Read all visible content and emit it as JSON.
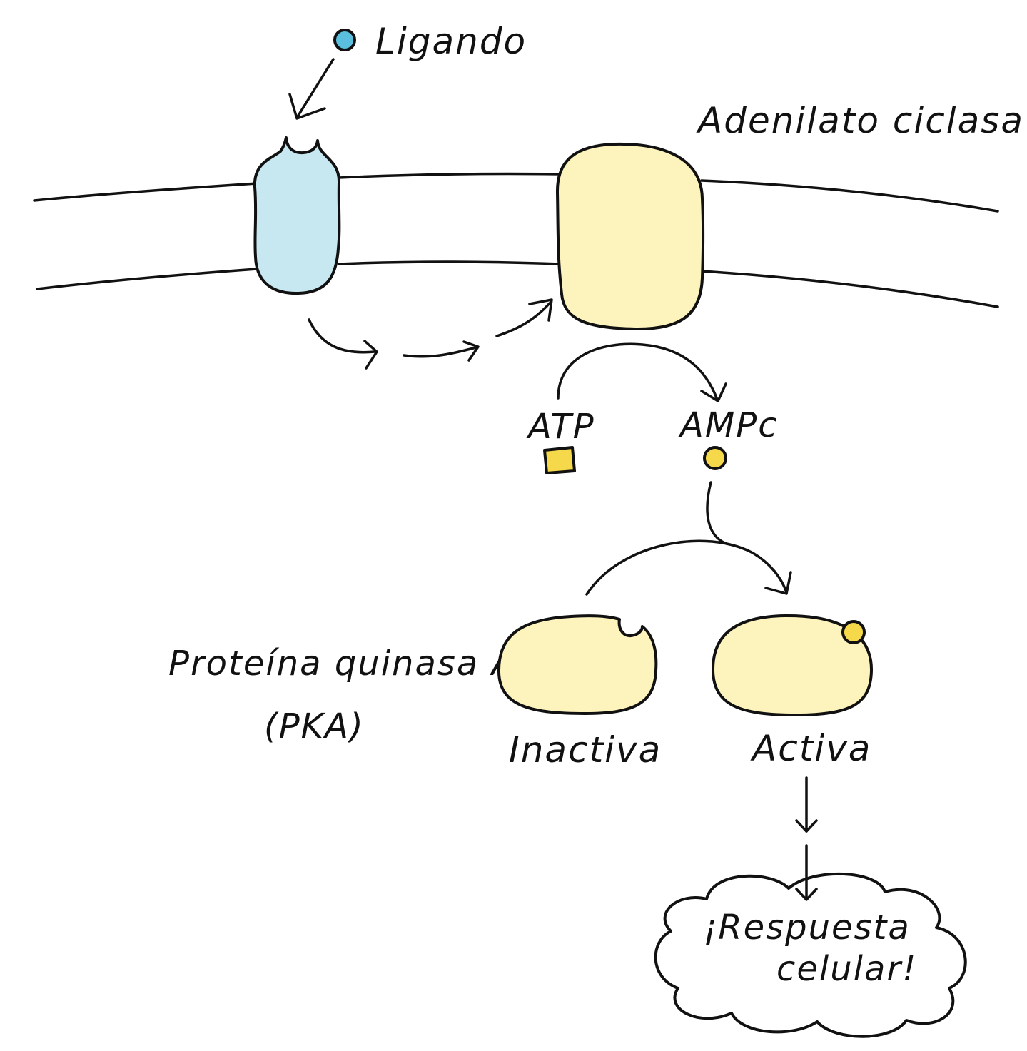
{
  "labels": {
    "ligand": "Ligando",
    "adenylyl_cyclase": "Adenilato ciclasa",
    "atp": "ATP",
    "camp": "AMPc",
    "pka_line1": "Proteína quinasa A",
    "pka_line2": "(PKA)",
    "inactive": "Inactiva",
    "active": "Activa",
    "response_line1": "¡Respuesta",
    "response_line2": "celular!"
  },
  "colors": {
    "ligand": "#5BC0DE",
    "receptor": "#C8E8F1",
    "enzyme": "#FDF3BD",
    "atp": "#F5D94A",
    "camp": "#F5D94A",
    "outline": "#111111",
    "background": "#FFFFFF"
  }
}
